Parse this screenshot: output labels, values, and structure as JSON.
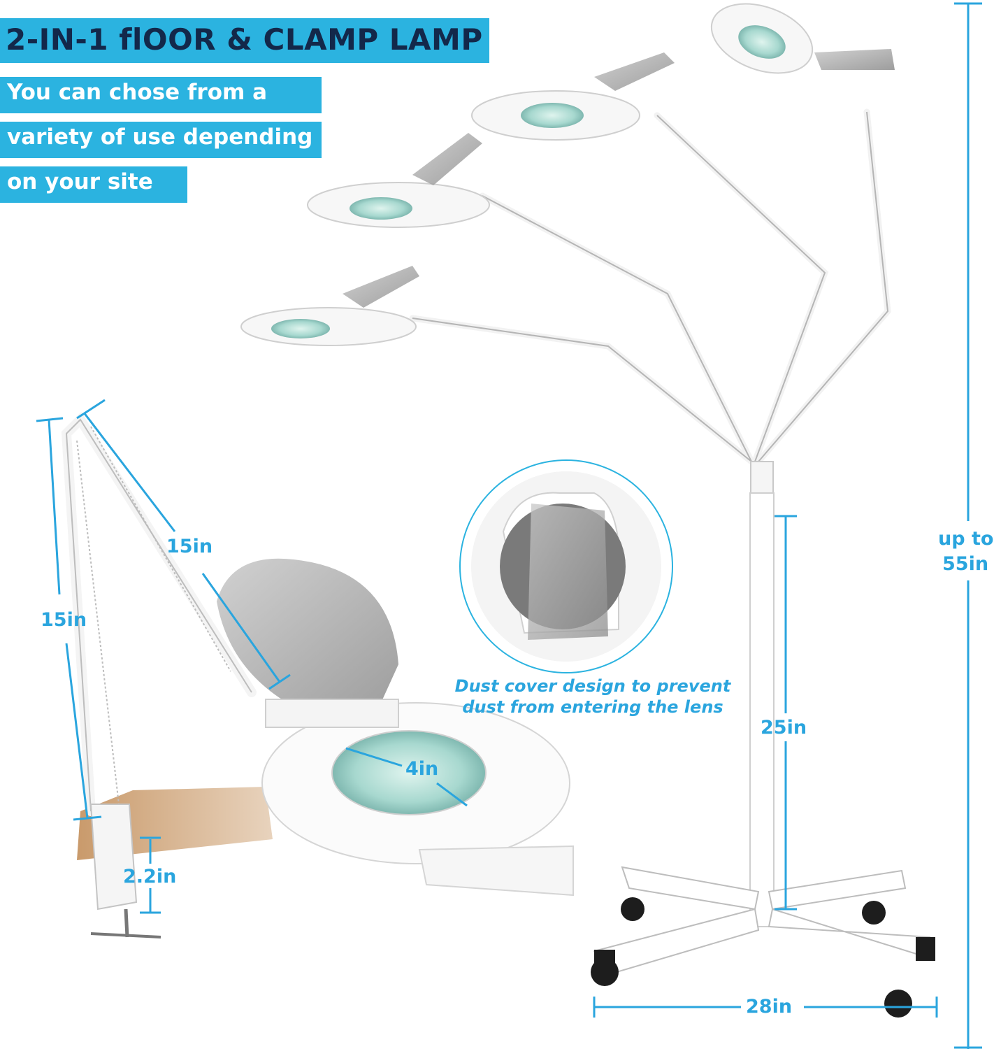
{
  "banner": {
    "title": "2-IN-1 flOOR & CLAMP LAMP",
    "lines": [
      "You can chose from a",
      "variety of use depending",
      "on your site"
    ]
  },
  "dimensions": {
    "arm_diagonal": "15in",
    "arm_vertical": "15in",
    "lens": "4in",
    "clamp": "2.2in",
    "pole": "25in",
    "height_line_1": "up to",
    "height_line_2": "55in",
    "base_width": "28in"
  },
  "callout": {
    "line_1": "Dust cover design to prevent",
    "line_2": "dust from entering the lens"
  },
  "colors": {
    "accent": "#2bb3e0",
    "dimension_text": "#2aa5de",
    "title_text": "#13284a"
  }
}
